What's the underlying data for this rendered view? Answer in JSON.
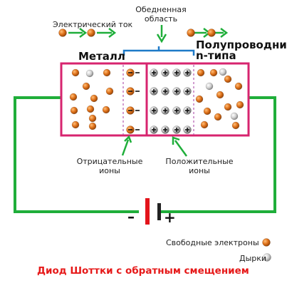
{
  "labels": {
    "electric_current": "Электрический ток",
    "depletion_region": "Обедненная\nобласть",
    "metal": "Металл",
    "semiconductor": "Полупроводник\nn-типа",
    "negative_ions": "Отрицательные\nионы",
    "positive_ions": "Положительные\nионы",
    "free_electrons": "Свободные электроны",
    "holes": "Дырки",
    "minus_terminal": "–",
    "plus_terminal": "+",
    "title": "Диод Шоттки с обратным смещением"
  },
  "colors": {
    "electron": "#e0731c",
    "hole": "#c8c8c8",
    "frame": "#d7246f",
    "wire": "#1fae3a",
    "battery": "#e3141b",
    "bracket": "#1e7ac8",
    "arrow": "#1fae3a",
    "title": "#e61919"
  }
}
